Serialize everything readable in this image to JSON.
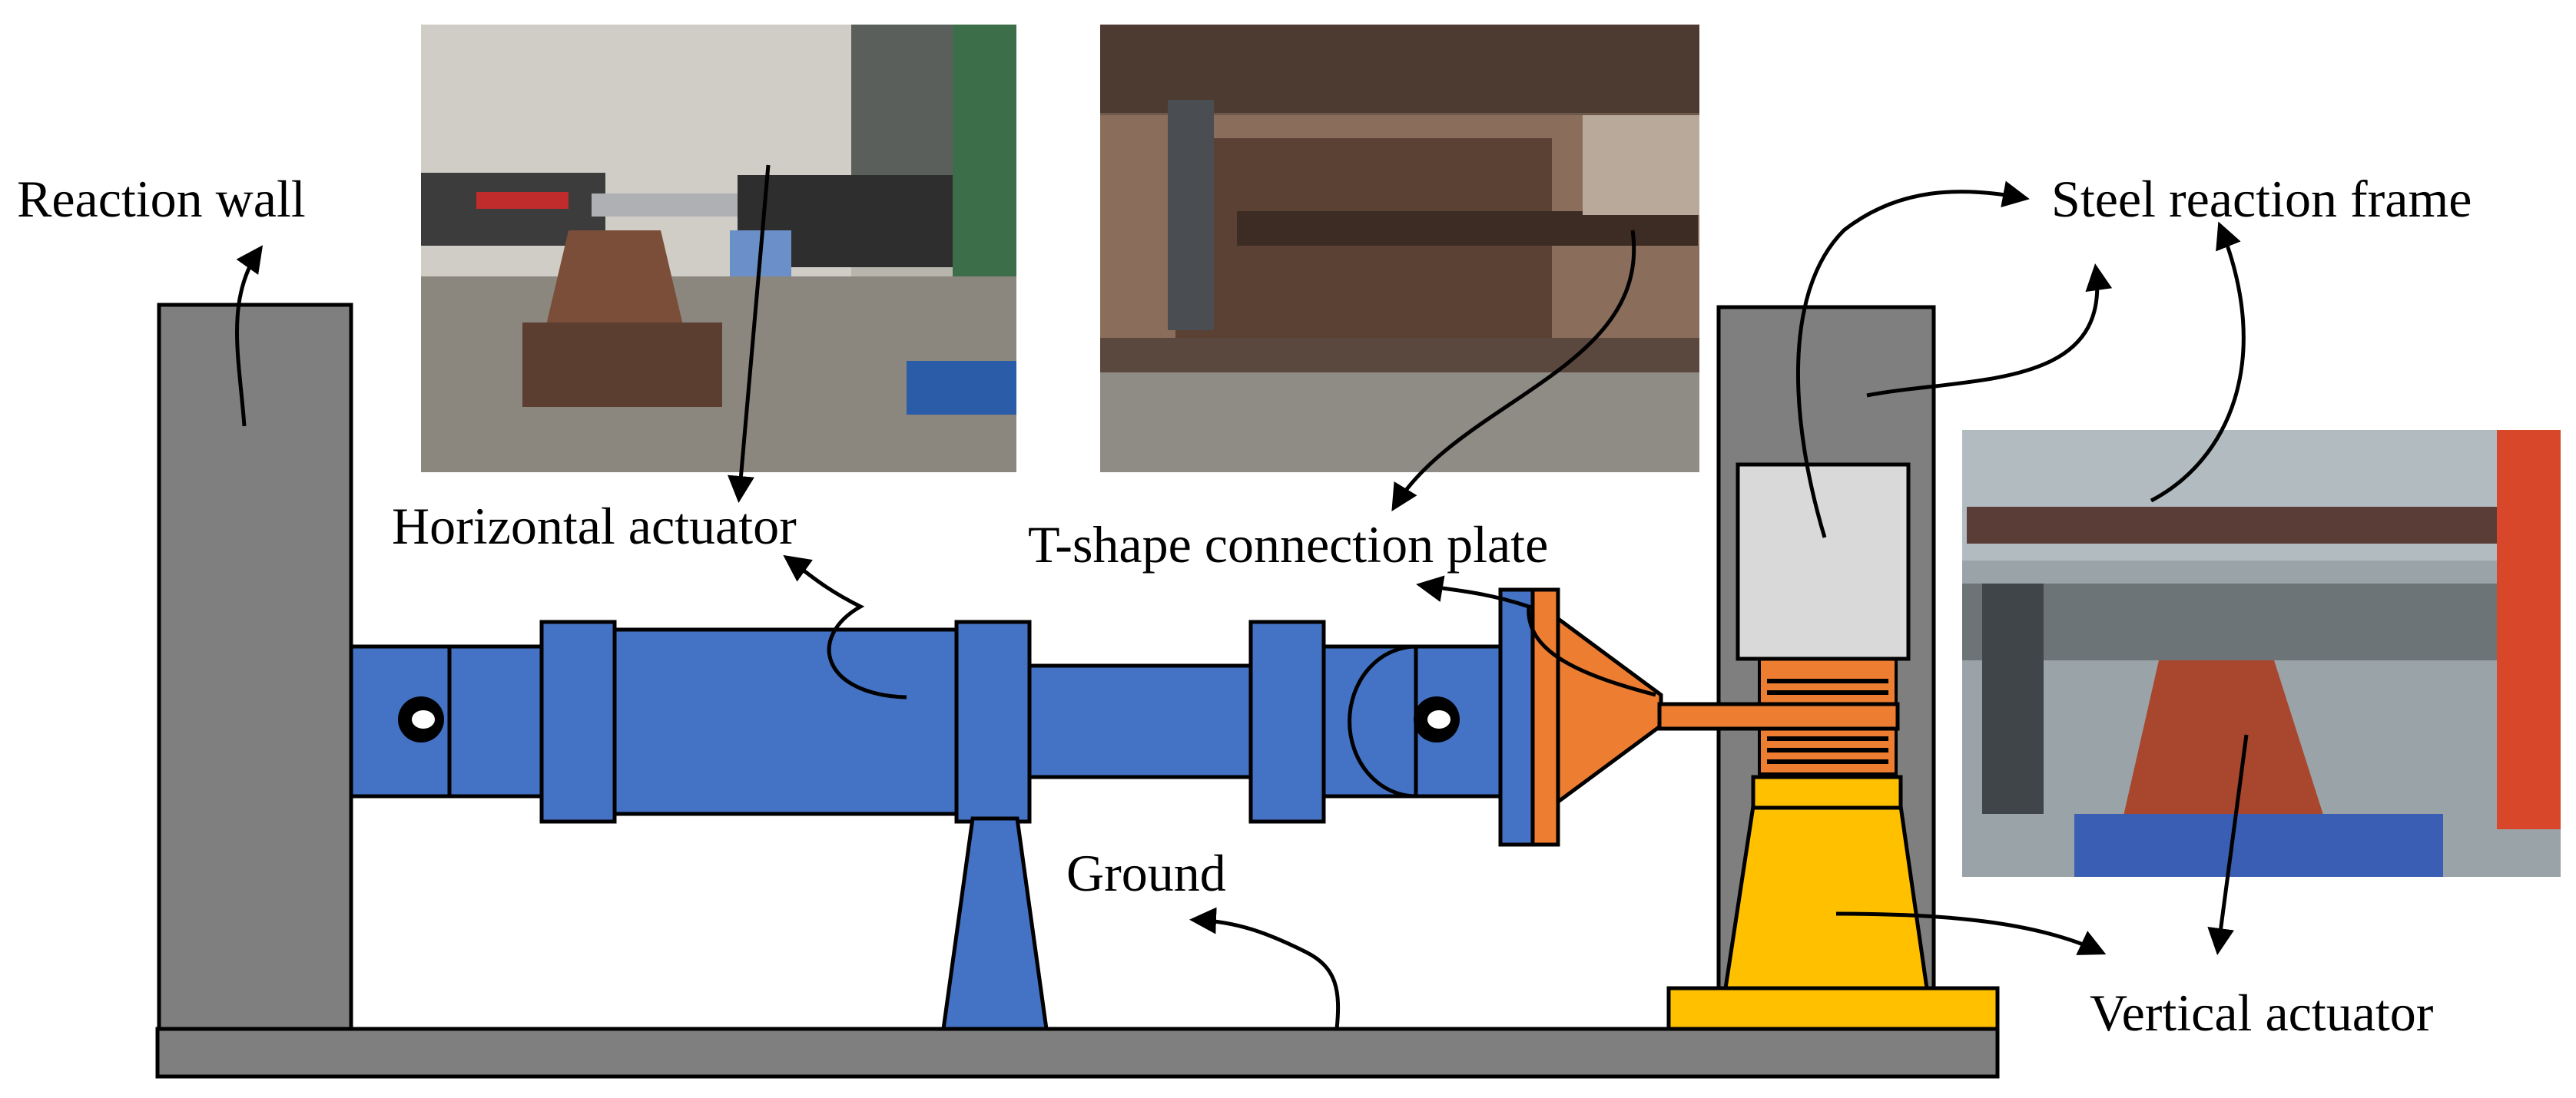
{
  "labels": {
    "reaction_wall": "Reaction wall",
    "horizontal_actuator": "Horizontal actuator",
    "t_shape_plate": "T-shape connection plate",
    "steel_frame": "Steel reaction frame",
    "ground": "Ground",
    "vertical_actuator": "Vertical actuator"
  },
  "colors": {
    "wall_gray": "#7f7f7f",
    "actuator_blue": "#4472c4",
    "plate_orange": "#ed7d31",
    "vertical_yellow": "#ffc000",
    "light_gray": "#d9d9d9",
    "outline": "#000000"
  },
  "photos": [
    {
      "name": "photo-horizontal-actuator"
    },
    {
      "name": "photo-t-shape-plate"
    },
    {
      "name": "photo-vertical-actuator-frame"
    }
  ]
}
